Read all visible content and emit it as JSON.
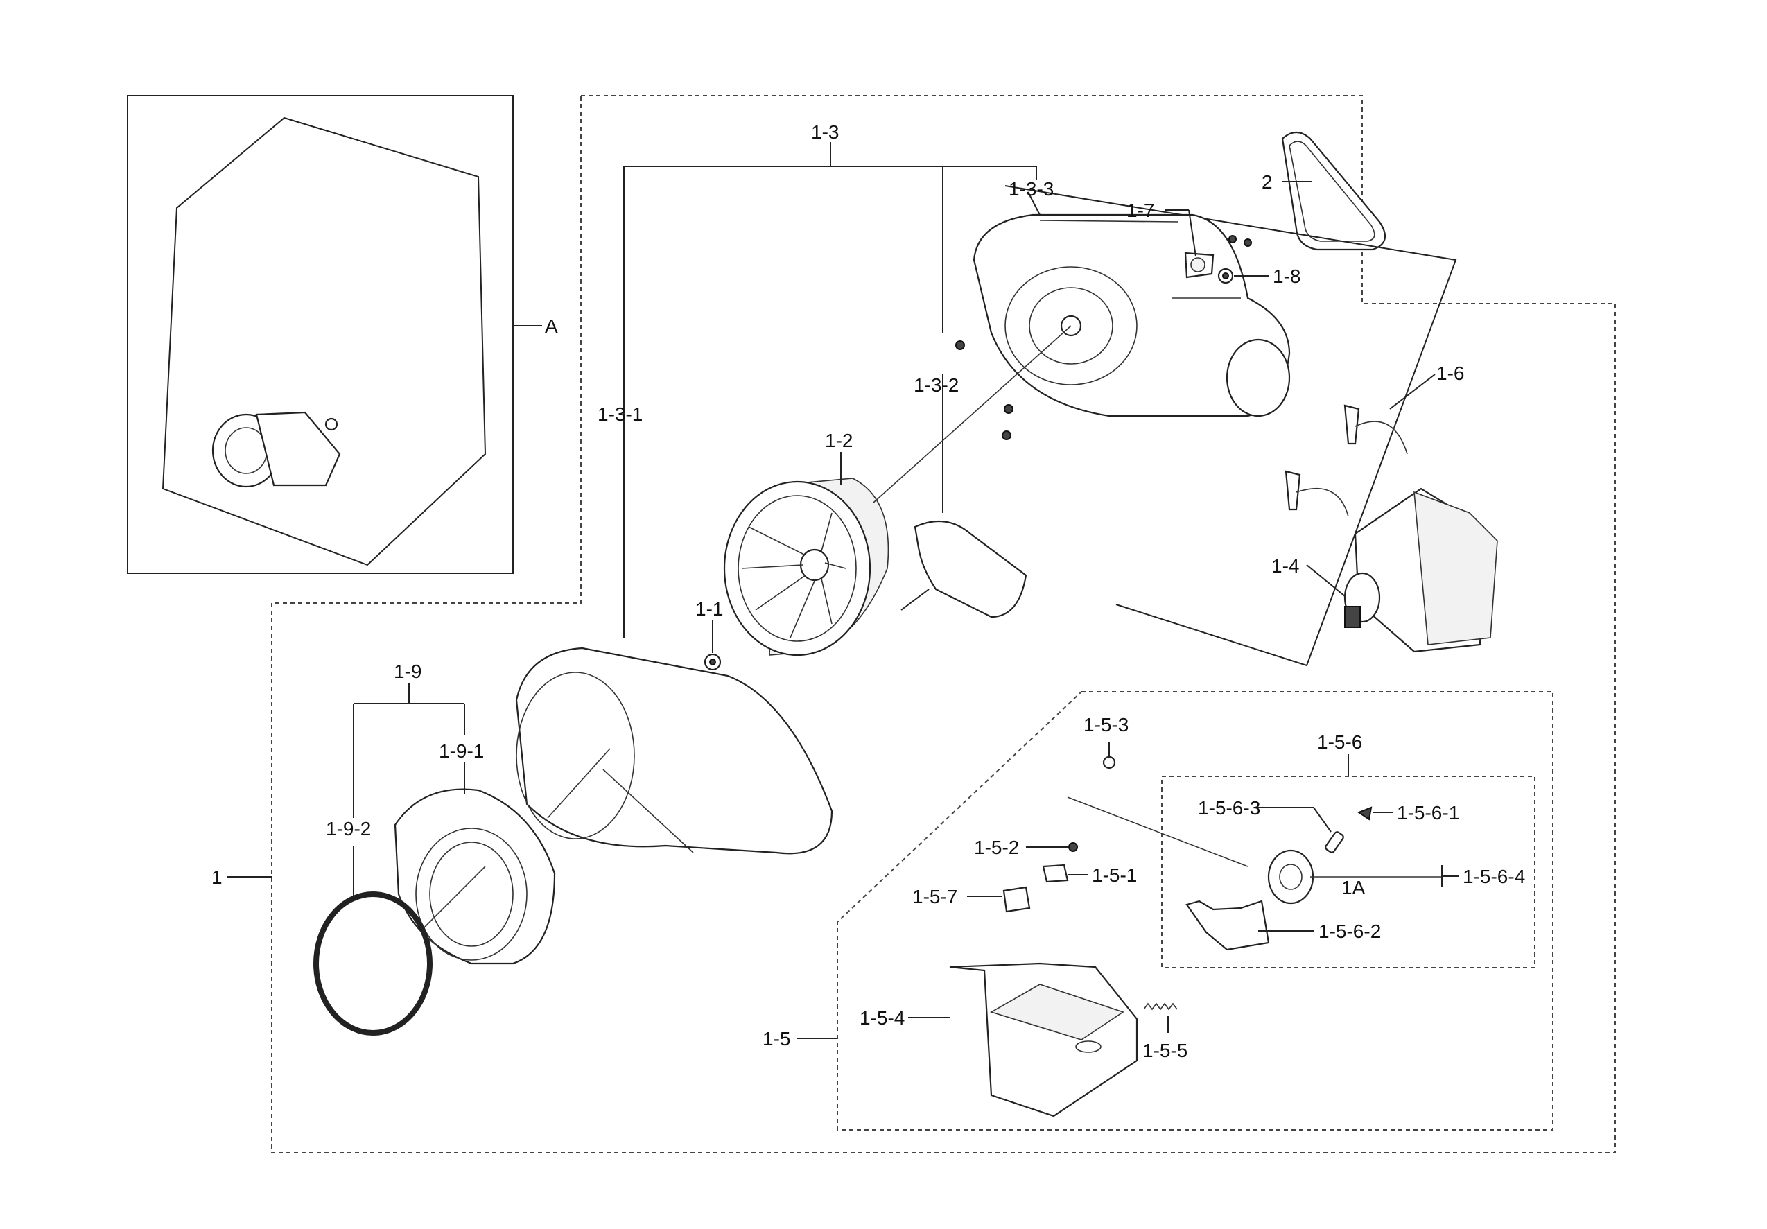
{
  "labels": {
    "A": "A",
    "l1": "1",
    "l1_1": "1-1",
    "l1_2": "1-2",
    "l1_3": "1-3",
    "l1_3_1": "1-3-1",
    "l1_3_2": "1-3-2",
    "l1_3_3": "1-3-3",
    "l1_4": "1-4",
    "l1_5": "1-5",
    "l1_5_1": "1-5-1",
    "l1_5_2": "1-5-2",
    "l1_5_3": "1-5-3",
    "l1_5_4": "1-5-4",
    "l1_5_5": "1-5-5",
    "l1_5_6": "1-5-6",
    "l1_5_6_1": "1-5-6-1",
    "l1_5_6_2": "1-5-6-2",
    "l1_5_6_3": "1-5-6-3",
    "l1_5_6_4": "1-5-6-4",
    "l1_5_7": "1-5-7",
    "l1_6": "1-6",
    "l1_7": "1-7",
    "l1_8": "1-8",
    "l1_9": "1-9",
    "l1_9_1": "1-9-1",
    "l1_9_2": "1-9-2",
    "l1A": "1A",
    "l2": "2"
  }
}
